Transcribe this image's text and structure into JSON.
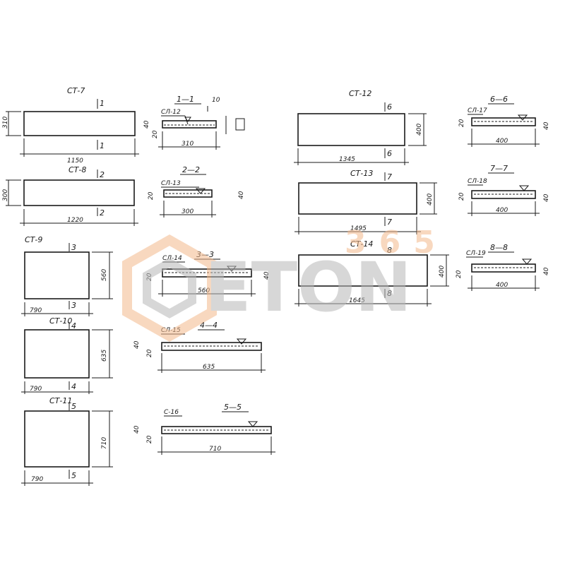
{
  "watermark": {
    "text": "ETON",
    "number": "365",
    "colors": {
      "gray": "#b8b8b8",
      "orange": "#f4b98c"
    }
  },
  "panels": [
    {
      "id": "ct7",
      "title": "СТ-7",
      "length": "1150",
      "height": "310",
      "marks": [
        "1",
        "1"
      ]
    },
    {
      "id": "ct8",
      "title": "СТ-8",
      "length": "1220",
      "height": "300",
      "marks": [
        "2",
        "2"
      ]
    },
    {
      "id": "ct9",
      "title": "СТ-9",
      "length": "790",
      "height": "560",
      "marks": [
        "3",
        "3"
      ]
    },
    {
      "id": "ct10",
      "title": "СТ-10",
      "length": "790",
      "height": "635",
      "marks": [
        "4",
        "4"
      ]
    },
    {
      "id": "ct11",
      "title": "СТ-11",
      "length": "790",
      "height": "710",
      "marks": [
        "5",
        "5"
      ]
    },
    {
      "id": "ct12",
      "title": "СТ-12",
      "length": "1345",
      "height": "400",
      "marks": [
        "6",
        "6"
      ]
    },
    {
      "id": "ct13",
      "title": "СТ-13",
      "length": "1495",
      "height": "400",
      "marks": [
        "7",
        "7"
      ]
    },
    {
      "id": "ct14",
      "title": "СТ-14",
      "length": "1645",
      "height": "400",
      "marks": [
        "8",
        "8"
      ]
    }
  ],
  "sections": [
    {
      "id": "s1",
      "title": "1—1",
      "mesh": "СЛ-12",
      "width": "310",
      "thickness": "40",
      "extra": "10",
      "cover": "20"
    },
    {
      "id": "s2",
      "title": "2—2",
      "mesh": "СЛ-13",
      "width": "300",
      "thickness": "40",
      "cover": "20"
    },
    {
      "id": "s3",
      "title": "3—3",
      "mesh": "СЛ-14",
      "width": "560",
      "thickness": "40",
      "cover": "20"
    },
    {
      "id": "s4",
      "title": "4—4",
      "mesh": "СЛ-15",
      "width": "635",
      "thickness": "40",
      "cover": "20"
    },
    {
      "id": "s5",
      "title": "5—5",
      "mesh": "С-16",
      "width": "710",
      "thickness": "40",
      "cover": "20"
    },
    {
      "id": "s6",
      "title": "6—6",
      "mesh": "СЛ-17",
      "width": "400",
      "thickness": "40",
      "cover": "20"
    },
    {
      "id": "s7",
      "title": "7—7",
      "mesh": "СЛ-18",
      "width": "400",
      "thickness": "40",
      "cover": "20"
    },
    {
      "id": "s8",
      "title": "8—8",
      "mesh": "СЛ-19",
      "width": "400",
      "thickness": "40",
      "cover": "20"
    }
  ]
}
